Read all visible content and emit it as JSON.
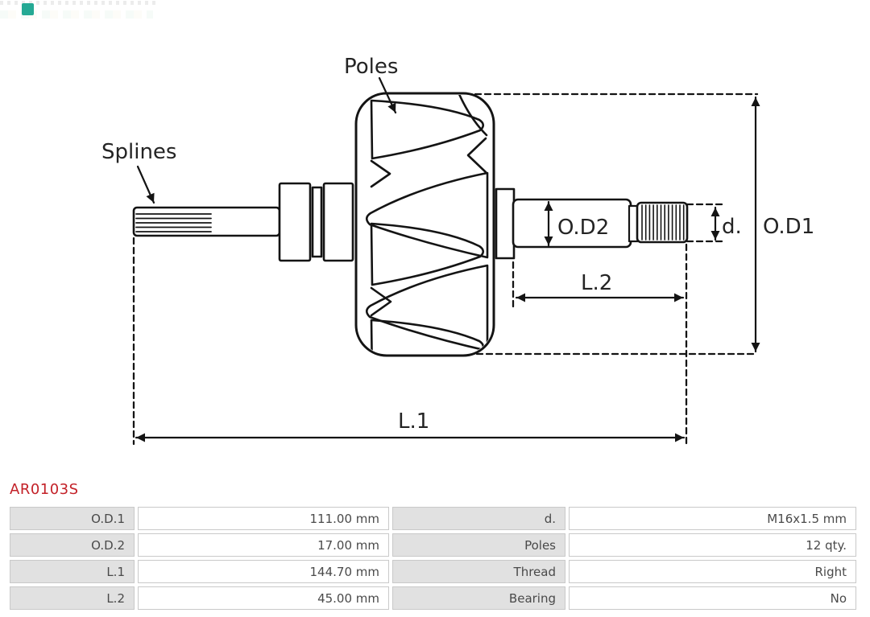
{
  "brand": {
    "logo_color": "#12a28b"
  },
  "diagram": {
    "labels": {
      "poles": "Poles",
      "splines": "Splines",
      "od2": "O.D2",
      "d": "d.",
      "od1": "O.D1",
      "l2": "L.2",
      "l1": "L.1"
    }
  },
  "part_number": "AR0103S",
  "part_number_color": "#c32128",
  "table": {
    "rows": [
      {
        "label": "O.D.1",
        "value": "111.00 mm",
        "label2": "d.",
        "value2": "M16x1.5 mm"
      },
      {
        "label": "O.D.2",
        "value": "17.00 mm",
        "label2": "Poles",
        "value2": "12 qty."
      },
      {
        "label": "L.1",
        "value": "144.70 mm",
        "label2": "Thread",
        "value2": "Right"
      },
      {
        "label": "L.2",
        "value": "45.00 mm",
        "label2": "Bearing",
        "value2": "No"
      }
    ]
  }
}
